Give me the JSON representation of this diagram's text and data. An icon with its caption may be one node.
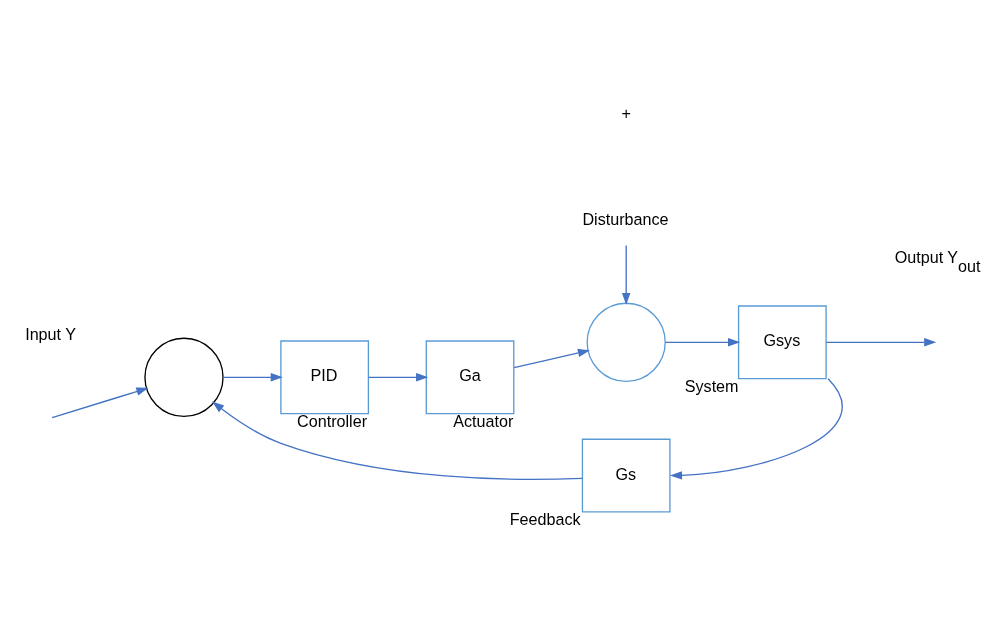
{
  "diagram": {
    "nodes": [
      {
        "text": [],
        "shape": "circle"
      },
      {
        "text": [
          "PID"
        ],
        "beside": [
          "Controller"
        ]
      },
      {
        "text": [
          "Ga"
        ],
        "beside": [
          "Actuator"
        ]
      },
      {
        "text": [],
        "shape": "circle"
      },
      {
        "text": [
          "Gsys"
        ],
        "beside": [
          "System"
        ]
      },
      {
        "text": [
          "Gs"
        ],
        "beside": [
          "Feedback"
        ]
      },
      {
        "text": [
          "Disturbance"
        ]
      }
    ],
    "edges": [
      {
        "from": null,
        "to": 0,
        "arrow": "to"
      },
      {
        "from": 0,
        "to": 1,
        "arrow": "to"
      },
      {
        "from": 1,
        "to": 2,
        "arrow": "to"
      },
      {
        "from": 2,
        "to": 3,
        "arrow": "to"
      },
      {
        "from": 6,
        "to": 3,
        "arrow": "to"
      },
      {
        "from": 3,
        "to": 4,
        "arrow": "to"
      },
      {
        "from": 4,
        "to": null,
        "arrow": "to"
      },
      {
        "from": 4,
        "to": 5,
        "arrow": "to"
      },
      {
        "from": 5,
        "to": 0,
        "arrow": "to"
      }
    ],
    "labels": [
      "Input Y",
      "+",
      "Output Y$_{out}$"
    ]
  }
}
